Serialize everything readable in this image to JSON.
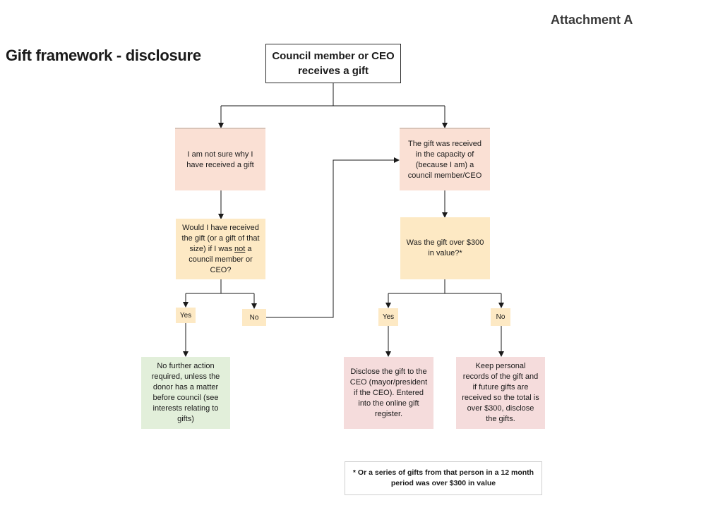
{
  "header": {
    "attachment": "Attachment A",
    "title": "Gift framework - disclosure"
  },
  "nodes": {
    "start": "Council member or CEO receives a gift",
    "not_sure": "I am not sure why I have received a gift",
    "capacity": "The gift was received in the capacity of (because I am) a council member/CEO",
    "would_received_before": "Would I have received the gift (or a gift of that size) if I was ",
    "would_received_not": "not",
    "would_received_after": " a council member or CEO?",
    "over_300": "Was the gift over $300 in value?*",
    "yes_left": "Yes",
    "no_left": "No",
    "yes_right": "Yes",
    "no_right": "No",
    "no_further": "No further action required, unless the donor has a matter before council (see interests relating to gifts)",
    "disclose": "Disclose the gift to the CEO (mayor/president if the CEO). Entered into the online gift register.",
    "keep_records": "Keep personal records of the gift and if future gifts are received so the total is over $300, disclose the gifts."
  },
  "footnote": "* Or a series of gifts from that person in a 12 month period was over $300 in value"
}
